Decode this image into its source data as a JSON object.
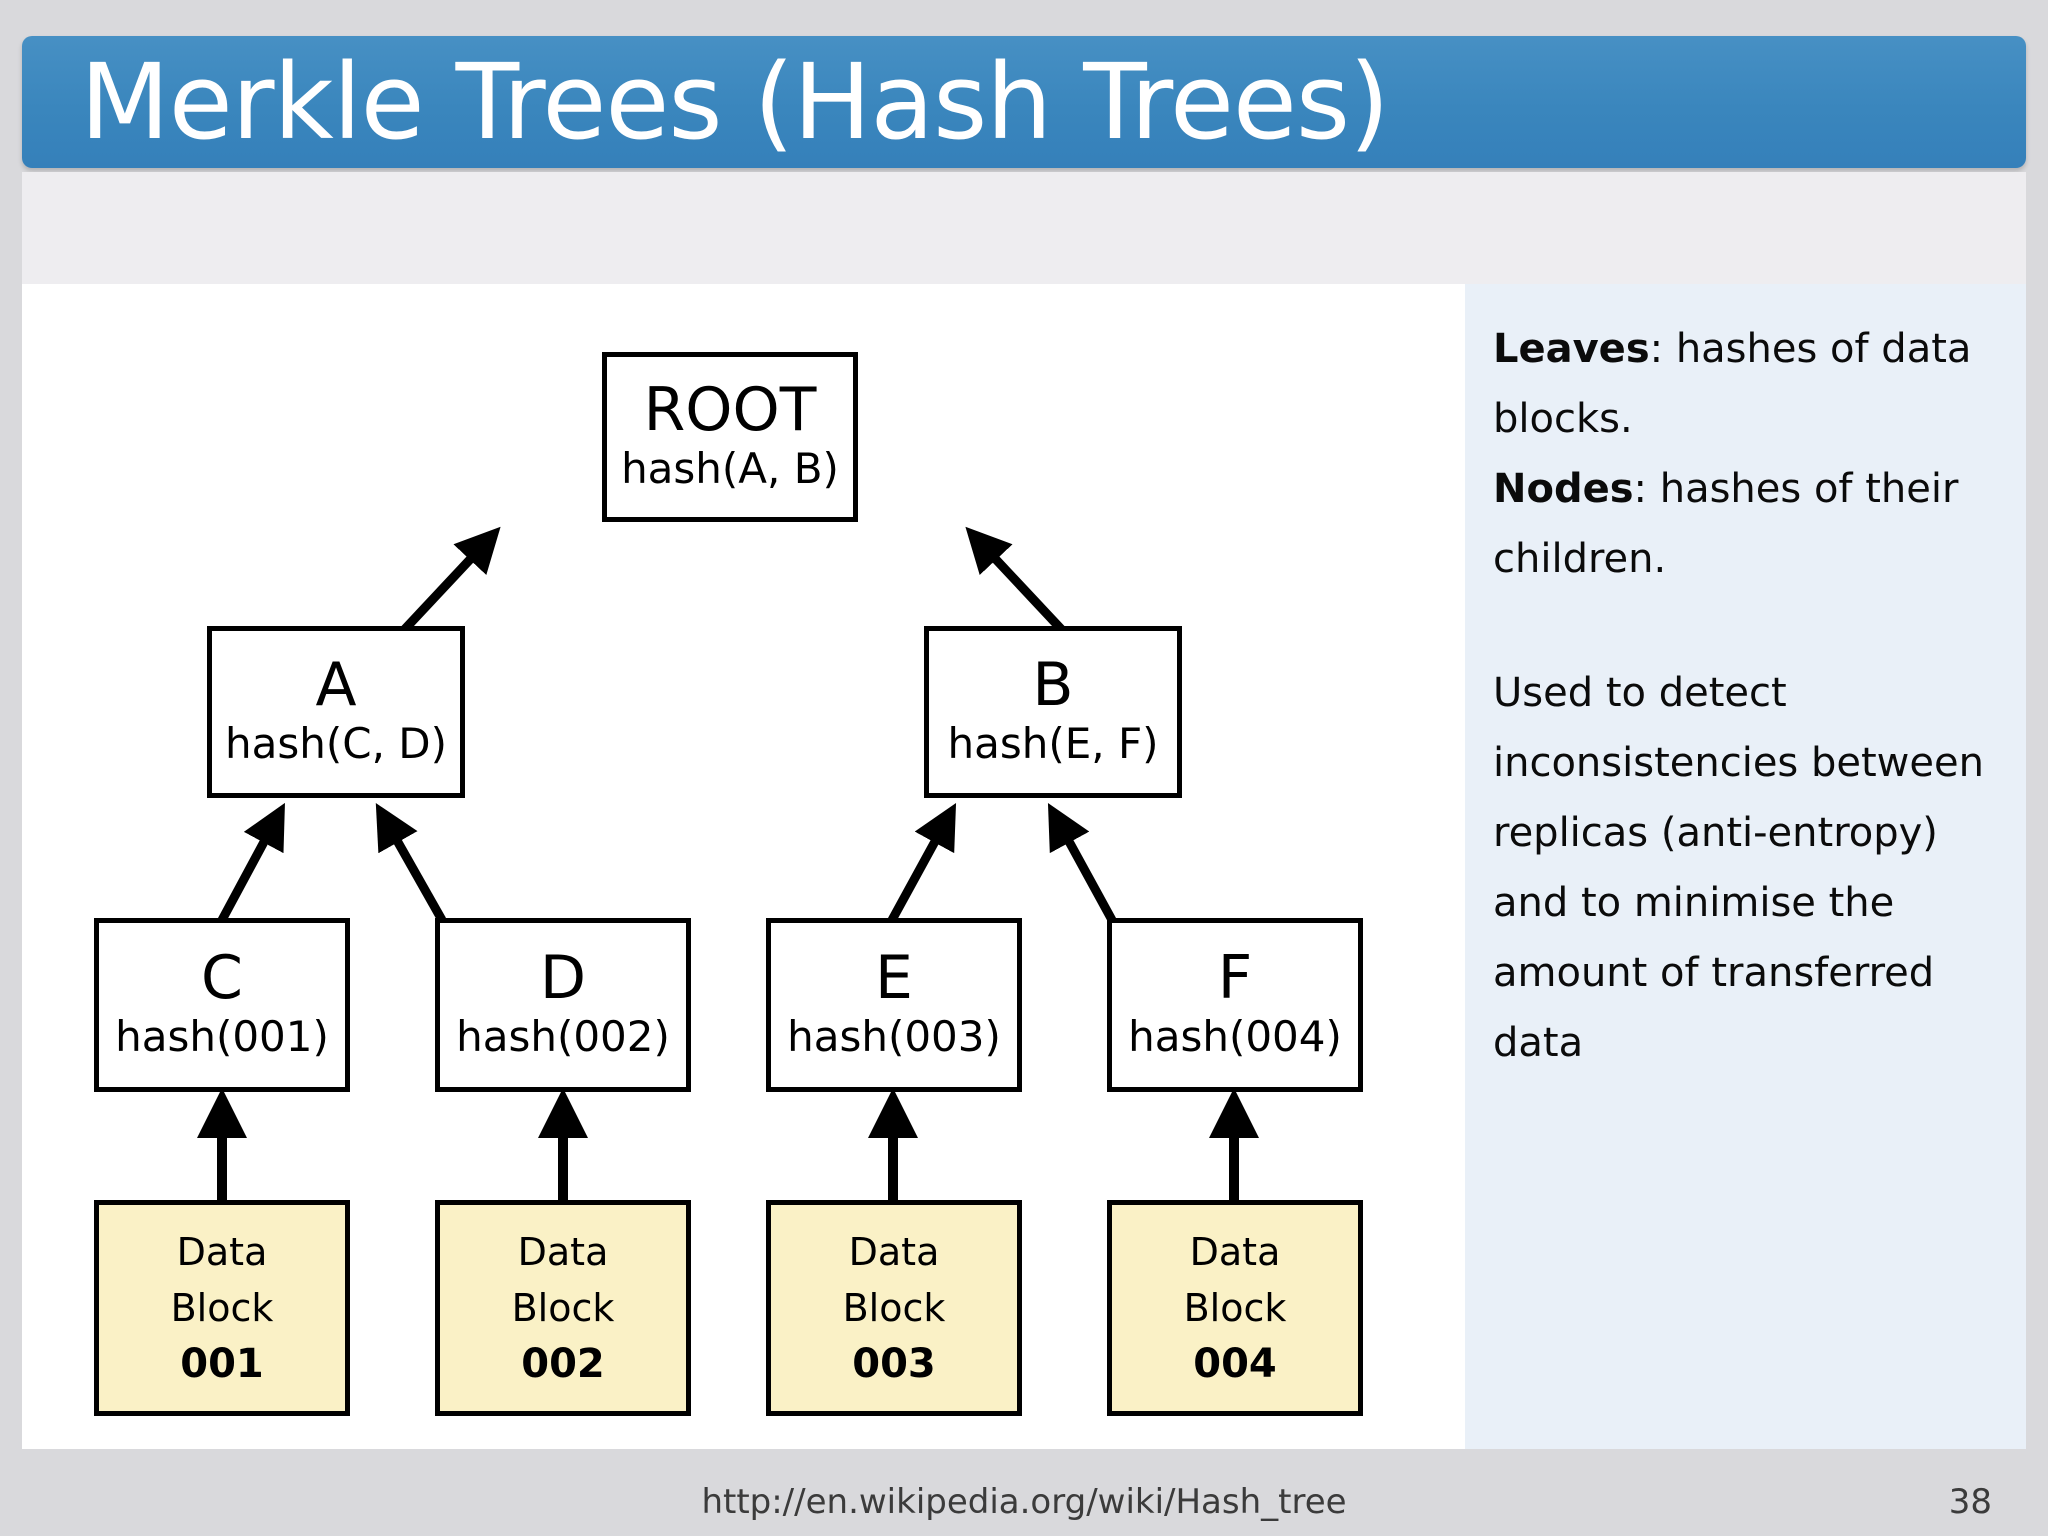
{
  "slide": {
    "title": "Merkle Trees (Hash Trees)",
    "page_number": "38",
    "source_url": "http://en.wikipedia.org/wiki/Hash_tree",
    "colors": {
      "title_bar": "#3a86bd",
      "title_text": "#ffffff",
      "slide_background": "#d9d9dc",
      "content_background": "#ffffff",
      "sidebar_background": "#e9f0f8",
      "data_block_fill": "#faf1c6",
      "stroke": "#000000"
    }
  },
  "diagram": {
    "root": {
      "label": "ROOT",
      "hash": "hash(A, B)"
    },
    "internal_nodes": [
      {
        "label": "A",
        "hash": "hash(C, D)"
      },
      {
        "label": "B",
        "hash": "hash(E, F)"
      }
    ],
    "leaf_nodes": [
      {
        "label": "C",
        "hash": "hash(001)"
      },
      {
        "label": "D",
        "hash": "hash(002)"
      },
      {
        "label": "E",
        "hash": "hash(003)"
      },
      {
        "label": "F",
        "hash": "hash(004)"
      }
    ],
    "data_blocks": [
      {
        "line1": "Data",
        "line2": "Block",
        "id": "001"
      },
      {
        "line1": "Data",
        "line2": "Block",
        "id": "002"
      },
      {
        "line1": "Data",
        "line2": "Block",
        "id": "003"
      },
      {
        "line1": "Data",
        "line2": "Block",
        "id": "004"
      }
    ]
  },
  "sidebar": {
    "paragraph1": {
      "lead1": "Leaves",
      "text1": ": hashes of data blocks.",
      "lead2": "Nodes",
      "text2": ": hashes of their children."
    },
    "paragraph2": "Used to detect inconsistencies between replicas (anti-entropy) and to minimise the amount of transferred data"
  }
}
